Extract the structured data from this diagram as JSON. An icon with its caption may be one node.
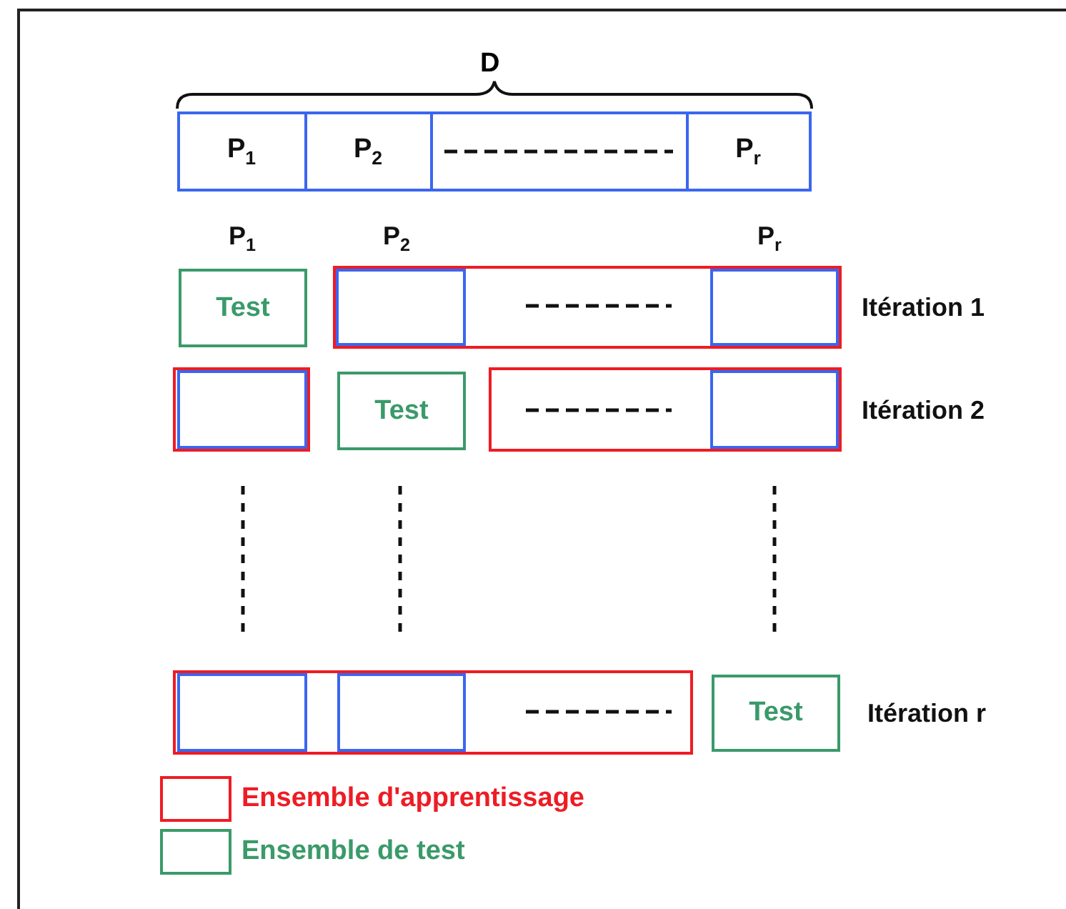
{
  "diagram": {
    "nodes": [
      {
        "text": [
          "D"
        ]
      },
      {
        "text": [
          "P$_{1}$"
        ],
        "in": 0
      },
      {
        "text": [
          "P$_{2}$"
        ],
        "in": 0
      },
      {
        "text": [],
        "shape": "box",
        "in": 0
      },
      {
        "text": [
          "P$_{r}$"
        ],
        "in": 0
      },
      {
        "text": [
          "Test"
        ]
      },
      {
        "text": [],
        "shape": "box"
      },
      {
        "text": [],
        "shape": "box",
        "in": 6
      },
      {
        "text": [],
        "shape": "box",
        "in": 6
      },
      {
        "text": [],
        "shape": "box"
      },
      {
        "text": [],
        "shape": "box",
        "in": 9
      },
      {
        "text": [
          "Test"
        ]
      },
      {
        "text": [],
        "shape": "box"
      },
      {
        "text": [],
        "shape": "box",
        "in": 12
      },
      {
        "text": [],
        "shape": "box"
      },
      {
        "text": [],
        "shape": "box",
        "in": 14
      },
      {
        "text": [],
        "shape": "box",
        "in": 14
      },
      {
        "text": [
          "Test"
        ]
      }
    ],
    "edges": [],
    "labels": [
      "P$_{1}$",
      "P$_{2}$",
      "P$_{r}$",
      "Itération 1",
      "Itération 2",
      "Itération r"
    ],
    "legend": [
      {
        "text": "Ensemble d'apprentissage",
        "color": "#ee1c24"
      },
      {
        "text": "Ensemble de test",
        "color": "#3a9a6a"
      }
    ]
  }
}
